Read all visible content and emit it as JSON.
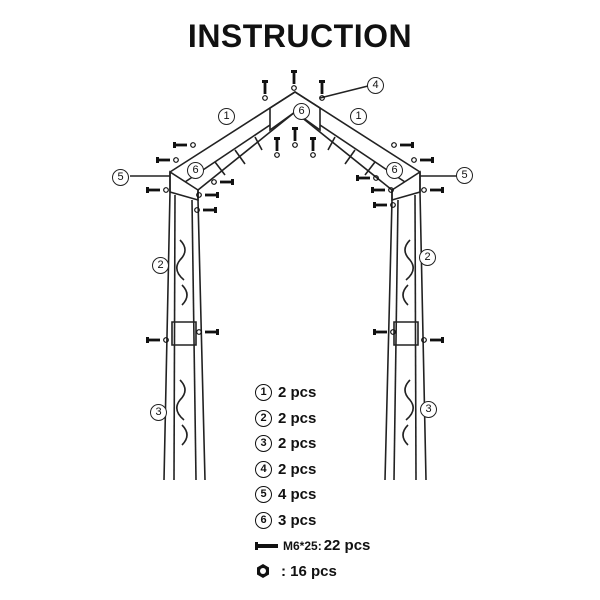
{
  "title": "INSTRUCTION",
  "callouts": {
    "c1": "1",
    "c2": "2",
    "c3": "3",
    "c4": "4",
    "c5": "5",
    "c6": "6"
  },
  "parts": [
    {
      "num": "1",
      "qty": "2 pcs"
    },
    {
      "num": "2",
      "qty": "2 pcs"
    },
    {
      "num": "3",
      "qty": "2 pcs"
    },
    {
      "num": "4",
      "qty": "2 pcs"
    },
    {
      "num": "5",
      "qty": "4 pcs"
    },
    {
      "num": "6",
      "qty": "3 pcs"
    }
  ],
  "bolt": {
    "spec": "M6*25:",
    "qty": "22 pcs",
    "icon": "bolt-icon"
  },
  "nut": {
    "qty": ":  16 pcs",
    "icon": "hex-nut-icon"
  }
}
